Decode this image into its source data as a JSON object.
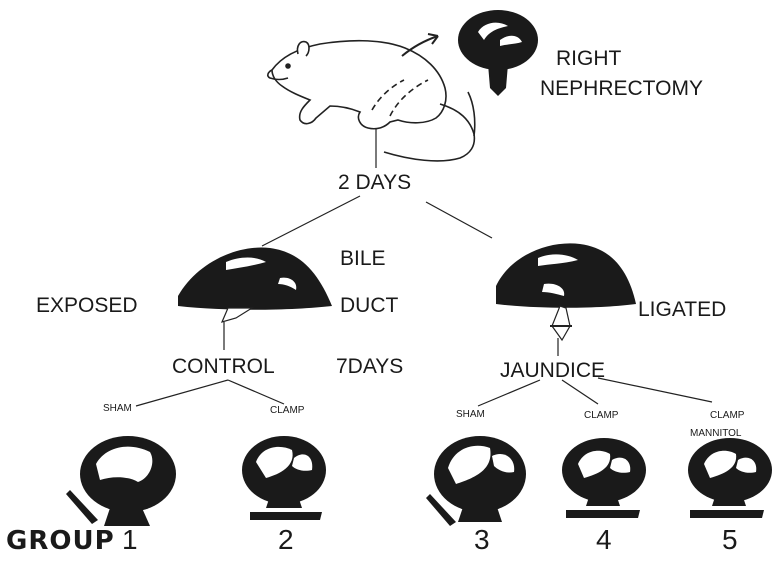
{
  "nephrectomy": {
    "line1": "RIGHT",
    "line2": "NEPHRECTOMY"
  },
  "timeline": {
    "first": "2 DAYS",
    "second": "7DAYS"
  },
  "bile_duct": {
    "line1": "BILE",
    "line2": "DUCT",
    "left": "EXPOSED",
    "right": "LIGATED"
  },
  "branches": {
    "left": "CONTROL",
    "right": "JAUNDICE"
  },
  "subgroups": {
    "sham_1": "SHAM",
    "clamp_2": "CLAMP",
    "sham_3": "SHAM",
    "clamp_4": "CLAMP",
    "clamp_5_line1": "CLAMP",
    "clamp_5_line2": "MANNITOL"
  },
  "groups": {
    "label": "GROUP",
    "numbers": [
      "1",
      "2",
      "3",
      "4",
      "5"
    ]
  }
}
